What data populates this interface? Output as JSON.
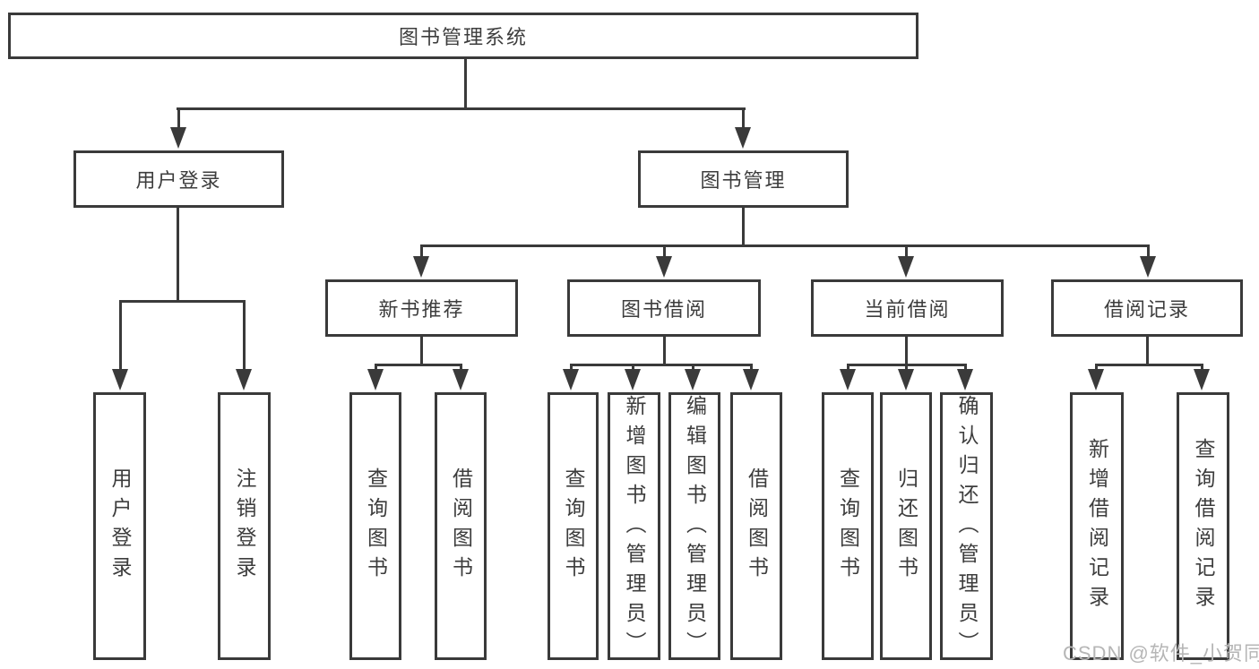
{
  "diagram": {
    "root": {
      "label": "图书管理系统"
    },
    "branches": [
      {
        "label": "用户登录",
        "children": [
          {
            "label": "用户登录"
          },
          {
            "label": "注销登录"
          }
        ]
      },
      {
        "label": "图书管理",
        "children": [
          {
            "label": "新书推荐",
            "children": [
              {
                "label": "查询图书"
              },
              {
                "label": "借阅图书"
              }
            ]
          },
          {
            "label": "图书借阅",
            "children": [
              {
                "label": "查询图书"
              },
              {
                "label": "新增图书（管理员）"
              },
              {
                "label": "编辑图书（管理员）"
              },
              {
                "label": "借阅图书"
              }
            ]
          },
          {
            "label": "当前借阅",
            "children": [
              {
                "label": "查询图书"
              },
              {
                "label": "归还图书"
              },
              {
                "label": "确认归还（管理员）"
              }
            ]
          },
          {
            "label": "借阅记录",
            "children": [
              {
                "label": "新增借阅记录"
              },
              {
                "label": "查询借阅记录"
              }
            ]
          }
        ]
      }
    ],
    "watermark": "CSDN @软件_小贺同学",
    "colors": {
      "line": "#3a3a3a",
      "text": "#3d3d3d",
      "watermark": "#b6b6b6",
      "background": "#ffffff"
    }
  }
}
